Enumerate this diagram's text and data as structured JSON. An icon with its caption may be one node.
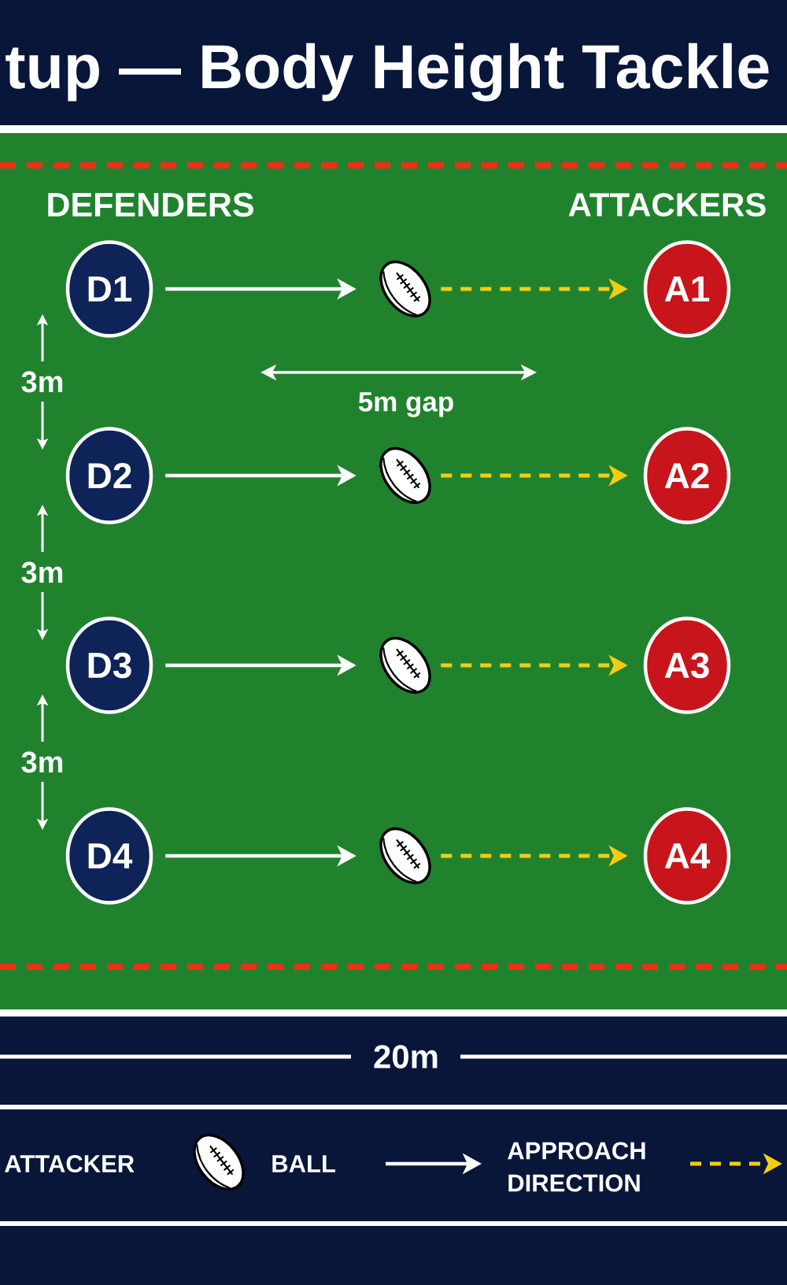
{
  "diagram": {
    "title": "tup — Body Height Tackle",
    "nodes": [
      {
        "text": [
          "D1"
        ]
      },
      {
        "text": [],
        "shape": "picture"
      },
      {
        "text": [
          "A1"
        ]
      },
      {
        "text": [
          "D2"
        ]
      },
      {
        "text": [],
        "shape": "picture"
      },
      {
        "text": [
          "A2"
        ]
      },
      {
        "text": [
          "D3"
        ]
      },
      {
        "text": [],
        "shape": "picture"
      },
      {
        "text": [
          "A3"
        ]
      },
      {
        "text": [
          "D4"
        ]
      },
      {
        "text": [],
        "shape": "picture"
      },
      {
        "text": [
          "A4"
        ]
      }
    ],
    "edges": [
      {
        "from": 0,
        "to": 1,
        "arrow": "to"
      },
      {
        "from": 1,
        "to": 2,
        "arrow": "to",
        "style": "dashed",
        "color": "#f4cd12"
      },
      {
        "from": 3,
        "to": 4,
        "arrow": "to"
      },
      {
        "from": 4,
        "to": 5,
        "arrow": "to",
        "style": "dashed",
        "color": "#f4cd12"
      },
      {
        "from": 6,
        "to": 7,
        "arrow": "to"
      },
      {
        "from": 7,
        "to": 8,
        "arrow": "to",
        "style": "dashed",
        "color": "#f4cd12"
      },
      {
        "from": 9,
        "to": 10,
        "arrow": "to"
      },
      {
        "from": 10,
        "to": 11,
        "arrow": "to",
        "style": "dashed",
        "color": "#f4cd12"
      }
    ],
    "labels": [
      "DEFENDERS",
      "ATTACKERS",
      "3m",
      "5m gap",
      "3m",
      "3m",
      "20m"
    ],
    "legend": [
      {
        "text": "ATTACKER"
      },
      {
        "text": "BALL"
      },
      {
        "text": "APPROACH DIRECTION"
      }
    ]
  }
}
